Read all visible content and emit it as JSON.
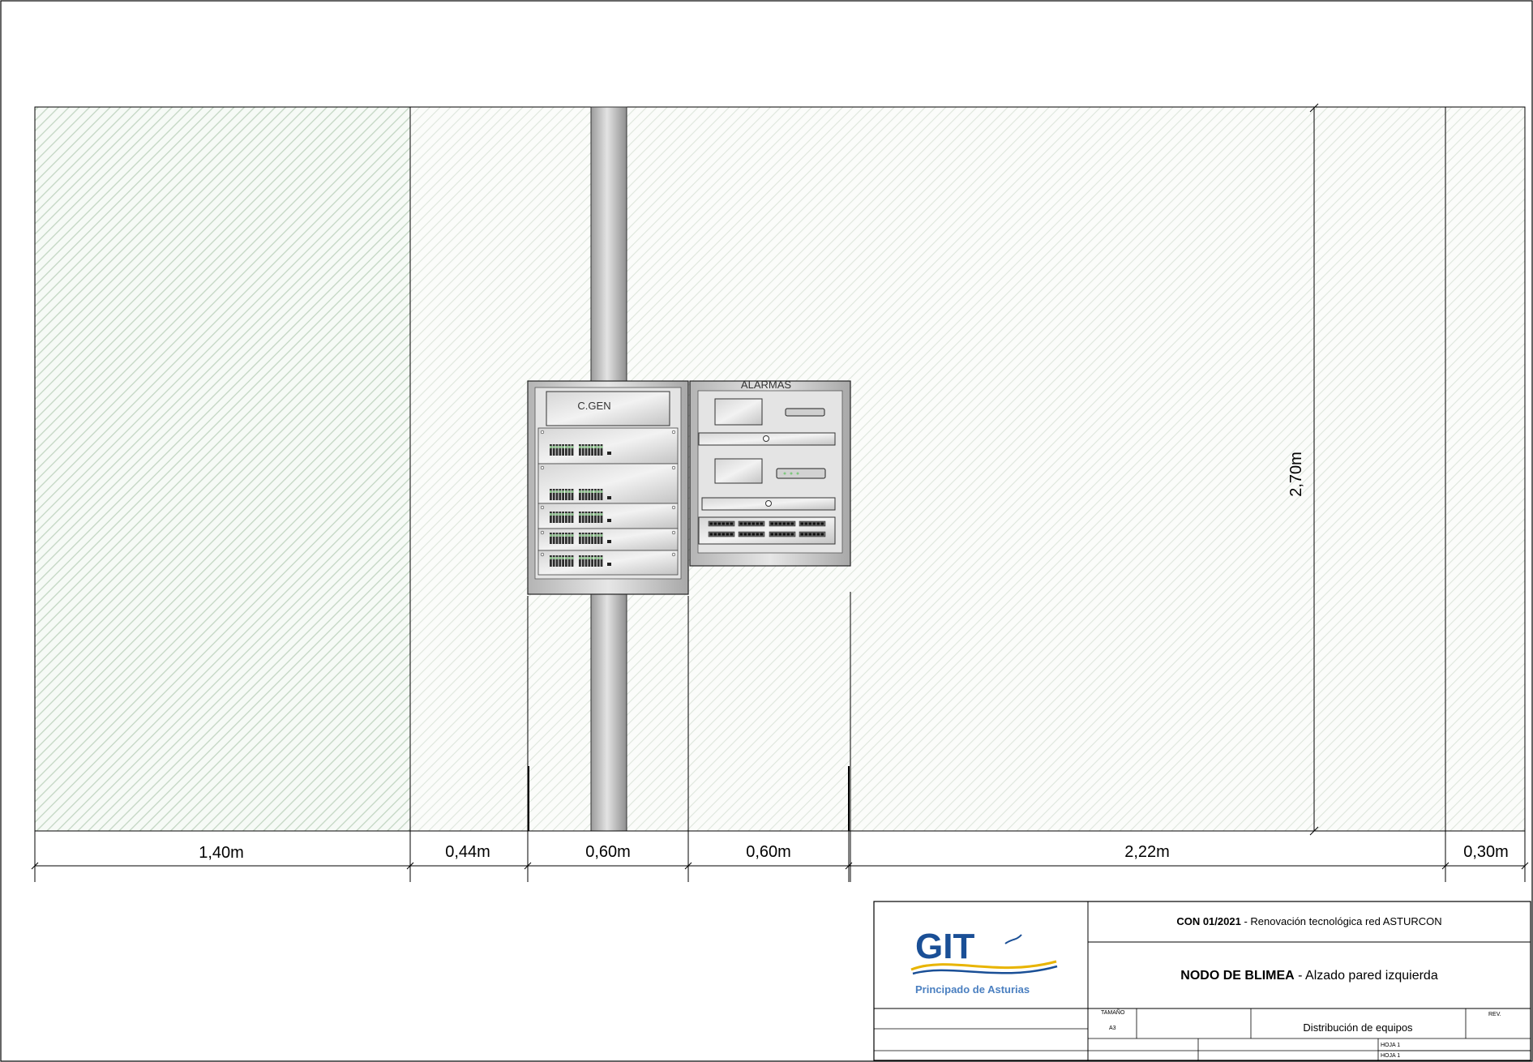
{
  "drawing": {
    "height_dimension": "2,70m",
    "segments": [
      {
        "label": "1,40m"
      },
      {
        "label": "0,44m"
      },
      {
        "label": "0,60m"
      },
      {
        "label": "0,60m"
      },
      {
        "label": "2,22m"
      },
      {
        "label": "0,30m"
      }
    ],
    "rack_left_label": "C.GEN",
    "rack_right_label": "ALARMAS"
  },
  "title_block": {
    "logo_text": "GIT",
    "logo_subtitle": "Principado de Asturias",
    "project_code": "CON 01/2021",
    "project_desc": " - Renovación tecnológica red ASTURCON",
    "node_name": "NODO DE BLIMEA",
    "view_desc": " -  Alzado pared izquierda",
    "size_label": "TAMAÑO",
    "size_value": "A3",
    "sheet_desc": "Distribución de equipos",
    "rev_label": "REV.",
    "sheet_label_1": "HOJA 1",
    "sheet_label_2": "HOJA 1"
  },
  "colors": {
    "hatch_dark": "#c8dcc8",
    "hatch_light": "#dde8dd",
    "logo_blue": "#1a4f96",
    "logo_yellow": "#e8b400"
  }
}
